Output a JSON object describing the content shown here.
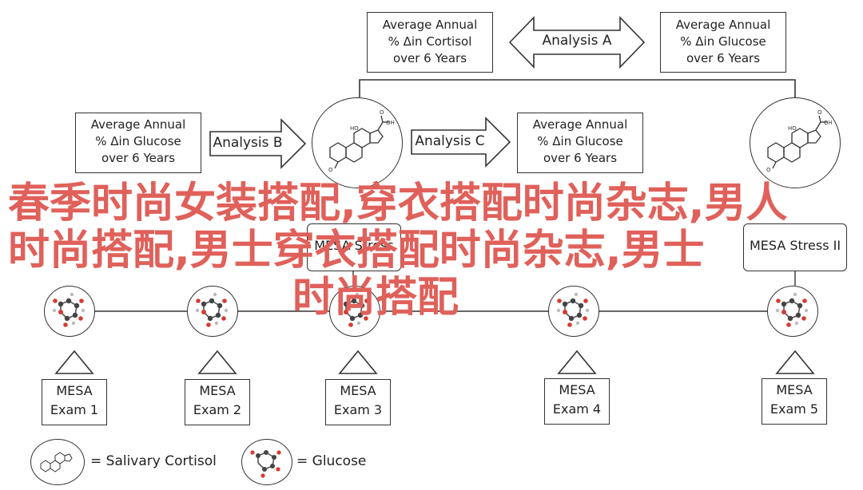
{
  "top_boxes": {
    "cortisol_change": [
      "Average Annual",
      "% Δin Cortisol",
      "over 6 Years"
    ],
    "glucose_change_top": [
      "Average Annual",
      "% Δin Glucose",
      "over 6 Years"
    ]
  },
  "analysis_a": "Analysis A",
  "analysis_b": "Analysis B",
  "analysis_c": "Analysis C",
  "left_box": [
    "Average Annual",
    "% Δin Glucose",
    "over 6 Years"
  ],
  "mid_box": [
    "Average Annual",
    "% Δin Glucose",
    "over 6 Years"
  ],
  "stress_boxes": {
    "stress_i": "MESA Stress",
    "stress_ii": "MESA Stress II"
  },
  "exams": [
    "MESA\nExam 1",
    "MESA\nExam 2",
    "MESA\nExam 3",
    "MESA\nExam 4",
    "MESA\nExam 5"
  ],
  "exam_lines": [
    [
      "MESA",
      "Exam 1"
    ],
    [
      "MESA",
      "Exam 2"
    ],
    [
      "MESA",
      "Exam 3"
    ],
    [
      "MESA",
      "Exam 4"
    ],
    [
      "MESA",
      "Exam 5"
    ]
  ],
  "legend": {
    "cortisol": "= Salivary Cortisol",
    "glucose": "= Glucose"
  },
  "watermark": {
    "line1": "春季时尚女装搭配,穿衣搭配时尚杂志,男人时尚搭配,男士穿衣搭配时尚杂志,男士",
    "line2": "时尚搭配"
  }
}
